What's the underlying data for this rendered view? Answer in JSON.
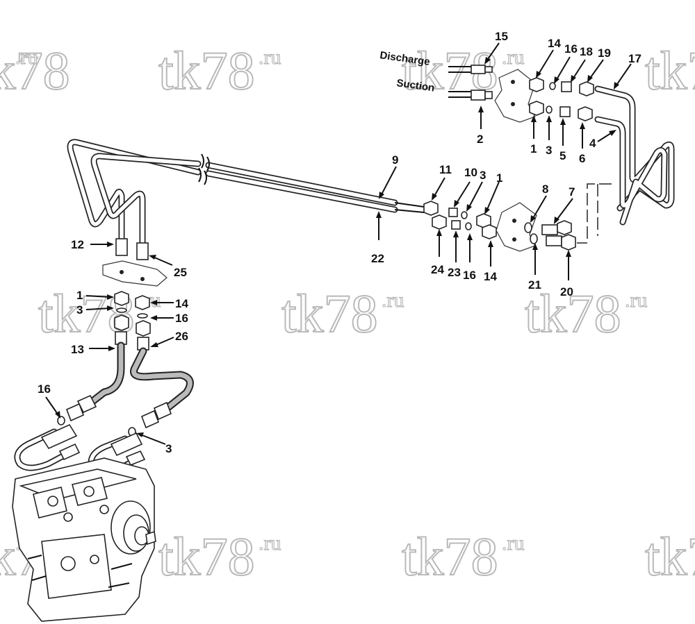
{
  "watermark": {
    "text": "tk78",
    "suffix": ".ru"
  },
  "port_labels": {
    "discharge": "Discharge",
    "suction": "Suction"
  },
  "callouts": [
    {
      "id": "c15",
      "label": "15"
    },
    {
      "id": "c14a",
      "label": "14"
    },
    {
      "id": "c16a",
      "label": "16"
    },
    {
      "id": "c18",
      "label": "18"
    },
    {
      "id": "c19",
      "label": "19"
    },
    {
      "id": "c17",
      "label": "17"
    },
    {
      "id": "c2",
      "label": "2"
    },
    {
      "id": "c1a",
      "label": "1"
    },
    {
      "id": "c3a",
      "label": "3"
    },
    {
      "id": "c5",
      "label": "5"
    },
    {
      "id": "c6",
      "label": "6"
    },
    {
      "id": "c4",
      "label": "4"
    },
    {
      "id": "c9",
      "label": "9"
    },
    {
      "id": "c11",
      "label": "11"
    },
    {
      "id": "c10",
      "label": "10"
    },
    {
      "id": "c3b",
      "label": "3"
    },
    {
      "id": "c1b",
      "label": "1"
    },
    {
      "id": "c8",
      "label": "8"
    },
    {
      "id": "c7",
      "label": "7"
    },
    {
      "id": "c22",
      "label": "22"
    },
    {
      "id": "c24",
      "label": "24"
    },
    {
      "id": "c23",
      "label": "23"
    },
    {
      "id": "c16b",
      "label": "16"
    },
    {
      "id": "c14b",
      "label": "14"
    },
    {
      "id": "c21",
      "label": "21"
    },
    {
      "id": "c20",
      "label": "20"
    },
    {
      "id": "c12",
      "label": "12"
    },
    {
      "id": "c25",
      "label": "25"
    },
    {
      "id": "c1c",
      "label": "1"
    },
    {
      "id": "c3c",
      "label": "3"
    },
    {
      "id": "c14c",
      "label": "14"
    },
    {
      "id": "c16c",
      "label": "16"
    },
    {
      "id": "c13",
      "label": "13"
    },
    {
      "id": "c26",
      "label": "26"
    },
    {
      "id": "c16d",
      "label": "16"
    },
    {
      "id": "c3d",
      "label": "3"
    }
  ]
}
